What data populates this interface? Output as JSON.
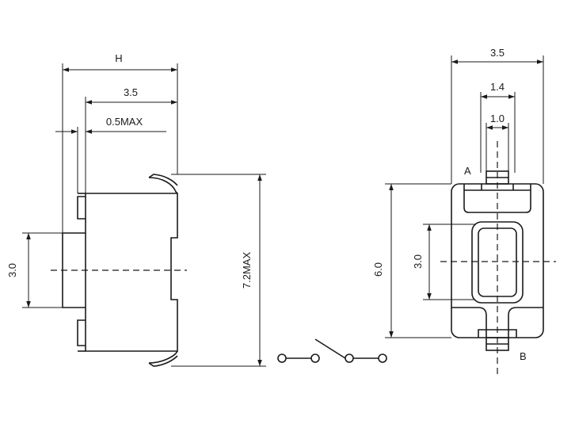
{
  "side_view": {
    "dim_h": "H",
    "dim_width": "3.5",
    "dim_min": "0.5MAX",
    "dim_height": "3.0",
    "dim_total": "7.2MAX"
  },
  "front_view": {
    "dim_width": "3.5",
    "dim_pad_outer": "1.4",
    "dim_pad_inner": "1.0",
    "dim_height": "6.0",
    "dim_button": "3.0",
    "terminal_a": "A",
    "terminal_b": "B"
  },
  "schematic": {
    "symbol": "switch-contact-open-icon"
  }
}
